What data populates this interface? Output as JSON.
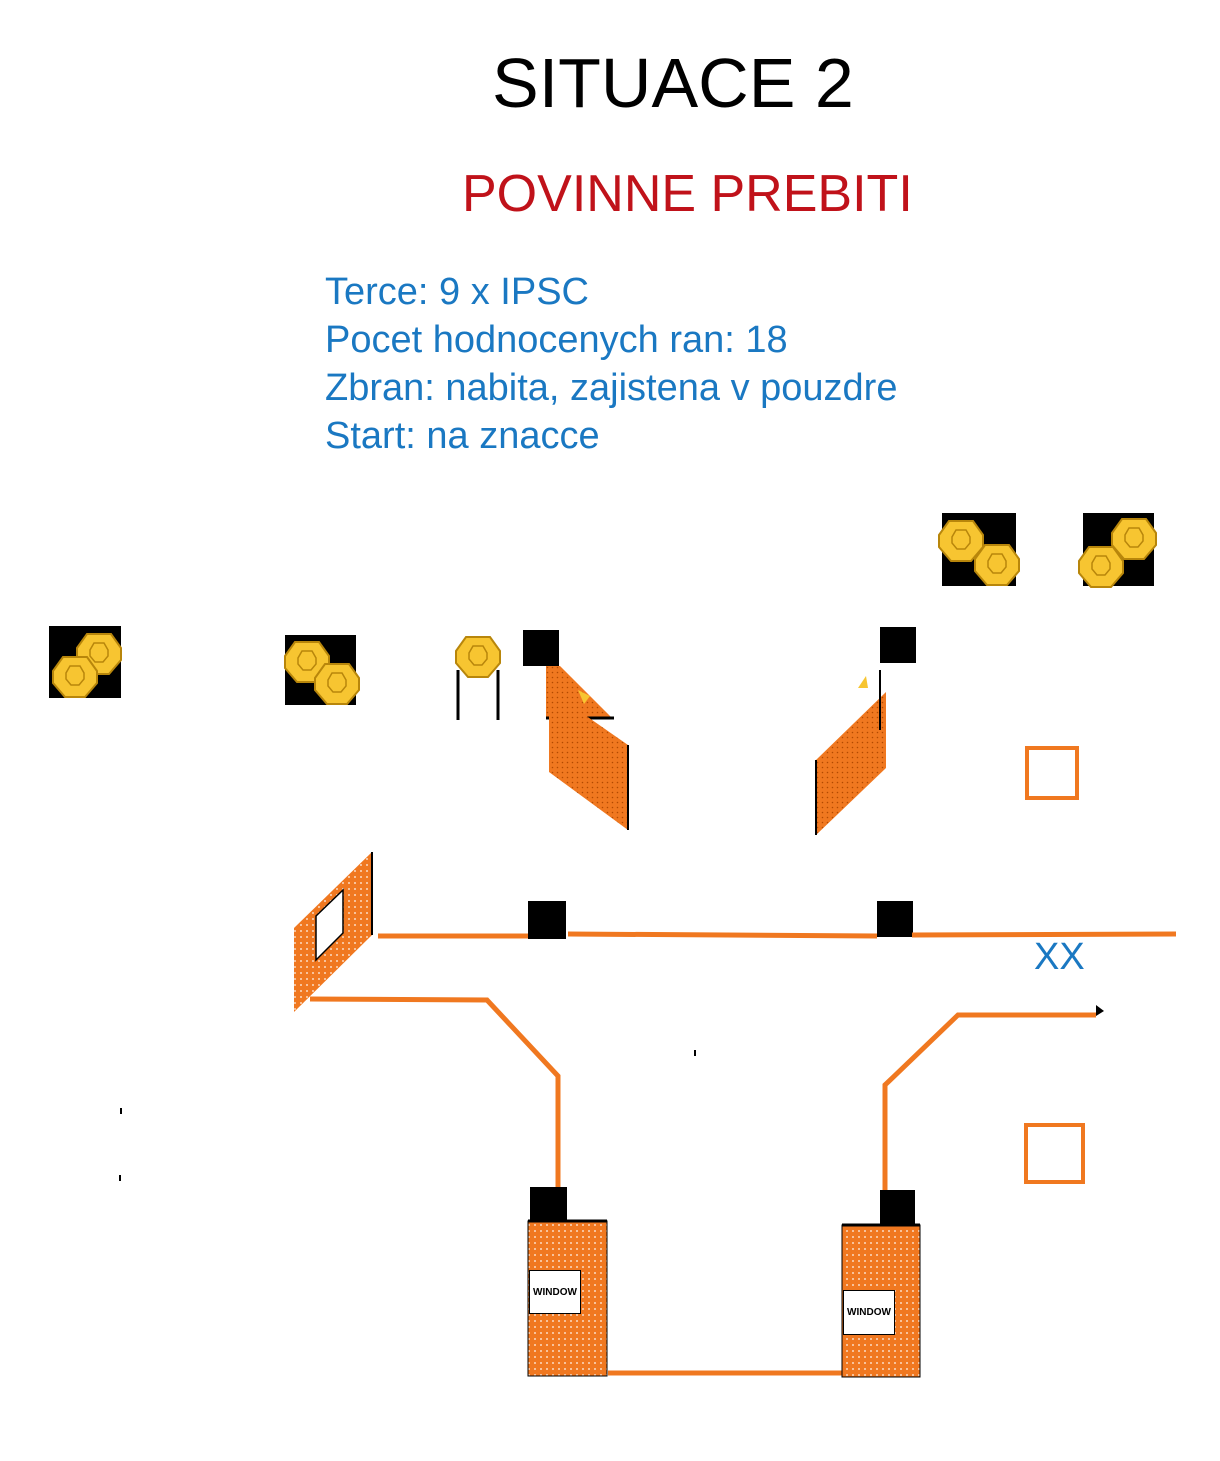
{
  "header": {
    "title": "SITUACE 2",
    "subtitle": "POVINNE PREBITI"
  },
  "info": {
    "lines": [
      "Terce: 9 x IPSC",
      "Pocet hodnocenych ran: 18",
      "Zbran: nabita, zajistena v pouzdre",
      "Start: na znacce"
    ]
  },
  "diagram": {
    "start_marker": "XX",
    "window_label": "WINDOW"
  },
  "colors": {
    "title": "#000000",
    "subtitle": "#c0121a",
    "info_text": "#1a78c2",
    "barrier": "#f07820",
    "target": "#f7c531",
    "target_outline": "#b8860b",
    "block": "#000000"
  },
  "icons": [
    "ipsc-target-icon",
    "no-shoot-block-icon",
    "window-wall-icon",
    "fault-line",
    "start-box-icon"
  ]
}
